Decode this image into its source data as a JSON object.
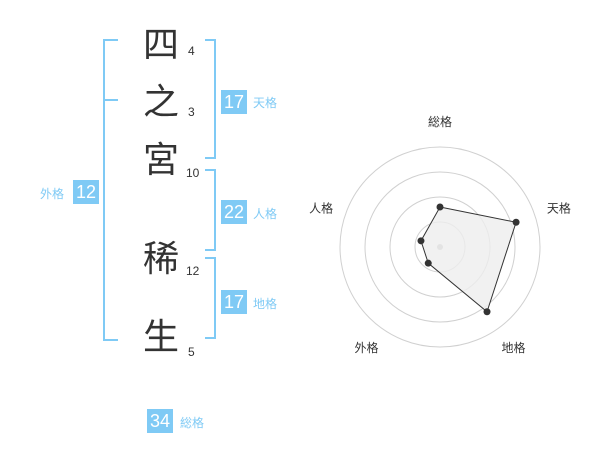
{
  "name": {
    "chars": [
      {
        "char": "四",
        "strokes": "4"
      },
      {
        "char": "之",
        "strokes": "3"
      },
      {
        "char": "宮",
        "strokes": "10"
      },
      {
        "char": "稀",
        "strokes": "12"
      },
      {
        "char": "生",
        "strokes": "5"
      }
    ]
  },
  "kaku": {
    "tenkaku": {
      "value": "17",
      "label": "天格"
    },
    "jinkaku": {
      "value": "22",
      "label": "人格"
    },
    "chikaku": {
      "value": "17",
      "label": "地格"
    },
    "gaikaku": {
      "value": "12",
      "label": "外格"
    },
    "soukaku": {
      "value": "34",
      "label": "総格"
    }
  },
  "chart_data": {
    "type": "radar",
    "axes": [
      "総格",
      "天格",
      "地格",
      "外格",
      "人格"
    ],
    "values": [
      2,
      4,
      4,
      1,
      1
    ],
    "range": [
      0,
      5
    ],
    "rings": 4,
    "colors": {
      "ring": "#d0d0d0",
      "fill": "#eeeeee",
      "line": "#333333",
      "point": "#333333",
      "center": "#bbbbbb"
    }
  },
  "colors": {
    "accent": "#7fcaf5",
    "text": "#333333"
  }
}
